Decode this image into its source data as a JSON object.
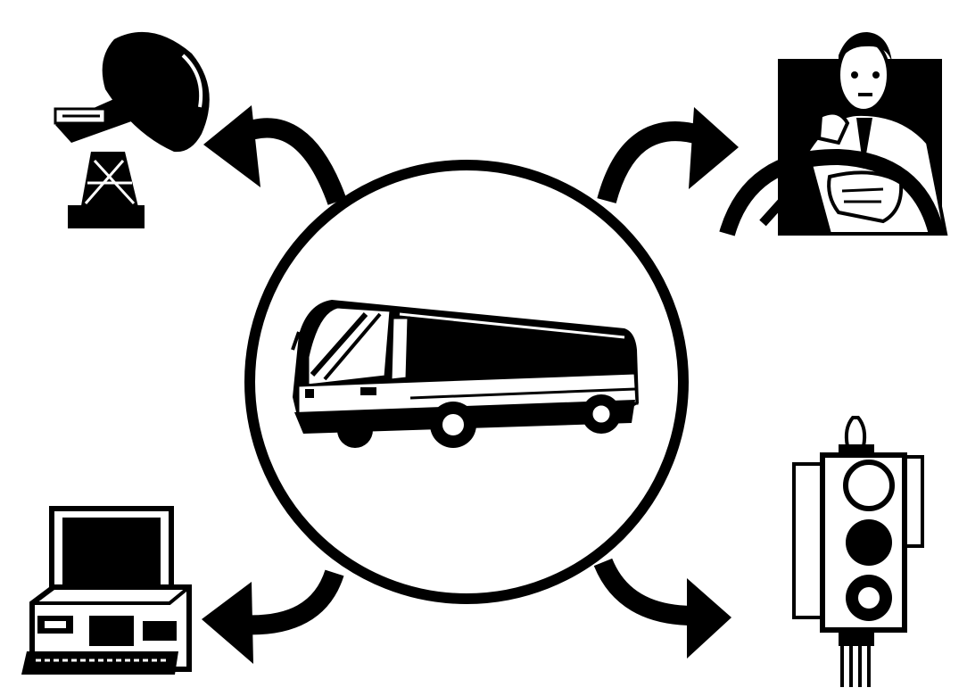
{
  "diagram": {
    "colors": {
      "ink": "#000000",
      "paper": "#ffffff"
    },
    "hub": {
      "icon": "bus-icon"
    },
    "nodes": [
      {
        "icon": "satellite-dish-icon",
        "position": "top-left"
      },
      {
        "icon": "bus-driver-icon",
        "position": "top-right"
      },
      {
        "icon": "computer-icon",
        "position": "bottom-left"
      },
      {
        "icon": "traffic-light-icon",
        "position": "bottom-right"
      }
    ],
    "arrows": [
      {
        "from": "bus-icon",
        "to": "satellite-dish-icon"
      },
      {
        "from": "bus-icon",
        "to": "bus-driver-icon"
      },
      {
        "from": "bus-icon",
        "to": "computer-icon"
      },
      {
        "from": "bus-icon",
        "to": "traffic-light-icon"
      }
    ]
  }
}
